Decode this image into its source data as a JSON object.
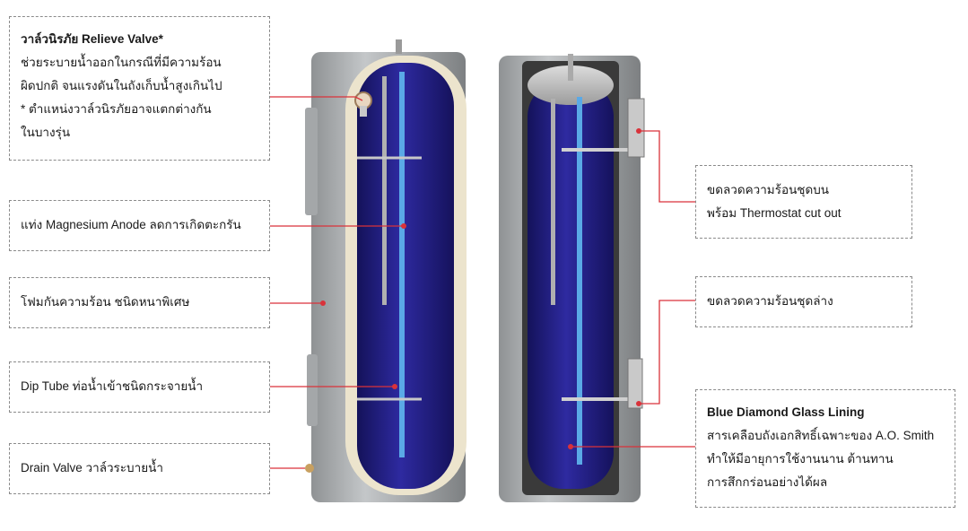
{
  "callouts": {
    "relief_valve": {
      "title": "วาล์วนิรภัย Relieve Valve*",
      "lines": [
        "ช่วยระบายน้ำออกในกรณีที่มีความร้อน",
        "ผิดปกติ จนแรงดันในถังเก็บน้ำสูงเกินไป",
        "* ตำแหน่งวาล์วนิรภัยอาจแตกต่างกัน",
        "ในบางรุ่น"
      ]
    },
    "anode": {
      "lines": [
        "แท่ง Magnesium Anode ลดการเกิดตะกรัน"
      ]
    },
    "foam": {
      "lines": [
        "โฟมกันความร้อน ชนิดหนาพิเศษ"
      ]
    },
    "dip_tube": {
      "lines": [
        "Dip Tube ท่อน้ำเข้าชนิดกระจายน้ำ"
      ]
    },
    "drain_valve": {
      "lines": [
        "Drain Valve วาล์วระบายน้ำ"
      ]
    },
    "upper_element": {
      "lines": [
        "ขดลวดความร้อนชุดบน",
        "พร้อม Thermostat cut out"
      ]
    },
    "lower_element": {
      "lines": [
        "ขดลวดความร้อนชุดล่าง"
      ]
    },
    "lining": {
      "title": "Blue Diamond Glass Lining",
      "lines": [
        "สารเคลือบถังเอกสิทธิ์เฉพาะของ A.O. Smith",
        "ทำให้มีอายุการใช้งานนาน ต้านทาน",
        "การสึกกร่อนอย่างได้ผล"
      ]
    }
  },
  "colors": {
    "leader_line": "#d9323a",
    "tank_shell": "#a9acae",
    "foam": "#efe8d3",
    "inner_blue": "#22207a",
    "anode_rod": "#5aa9e6"
  }
}
